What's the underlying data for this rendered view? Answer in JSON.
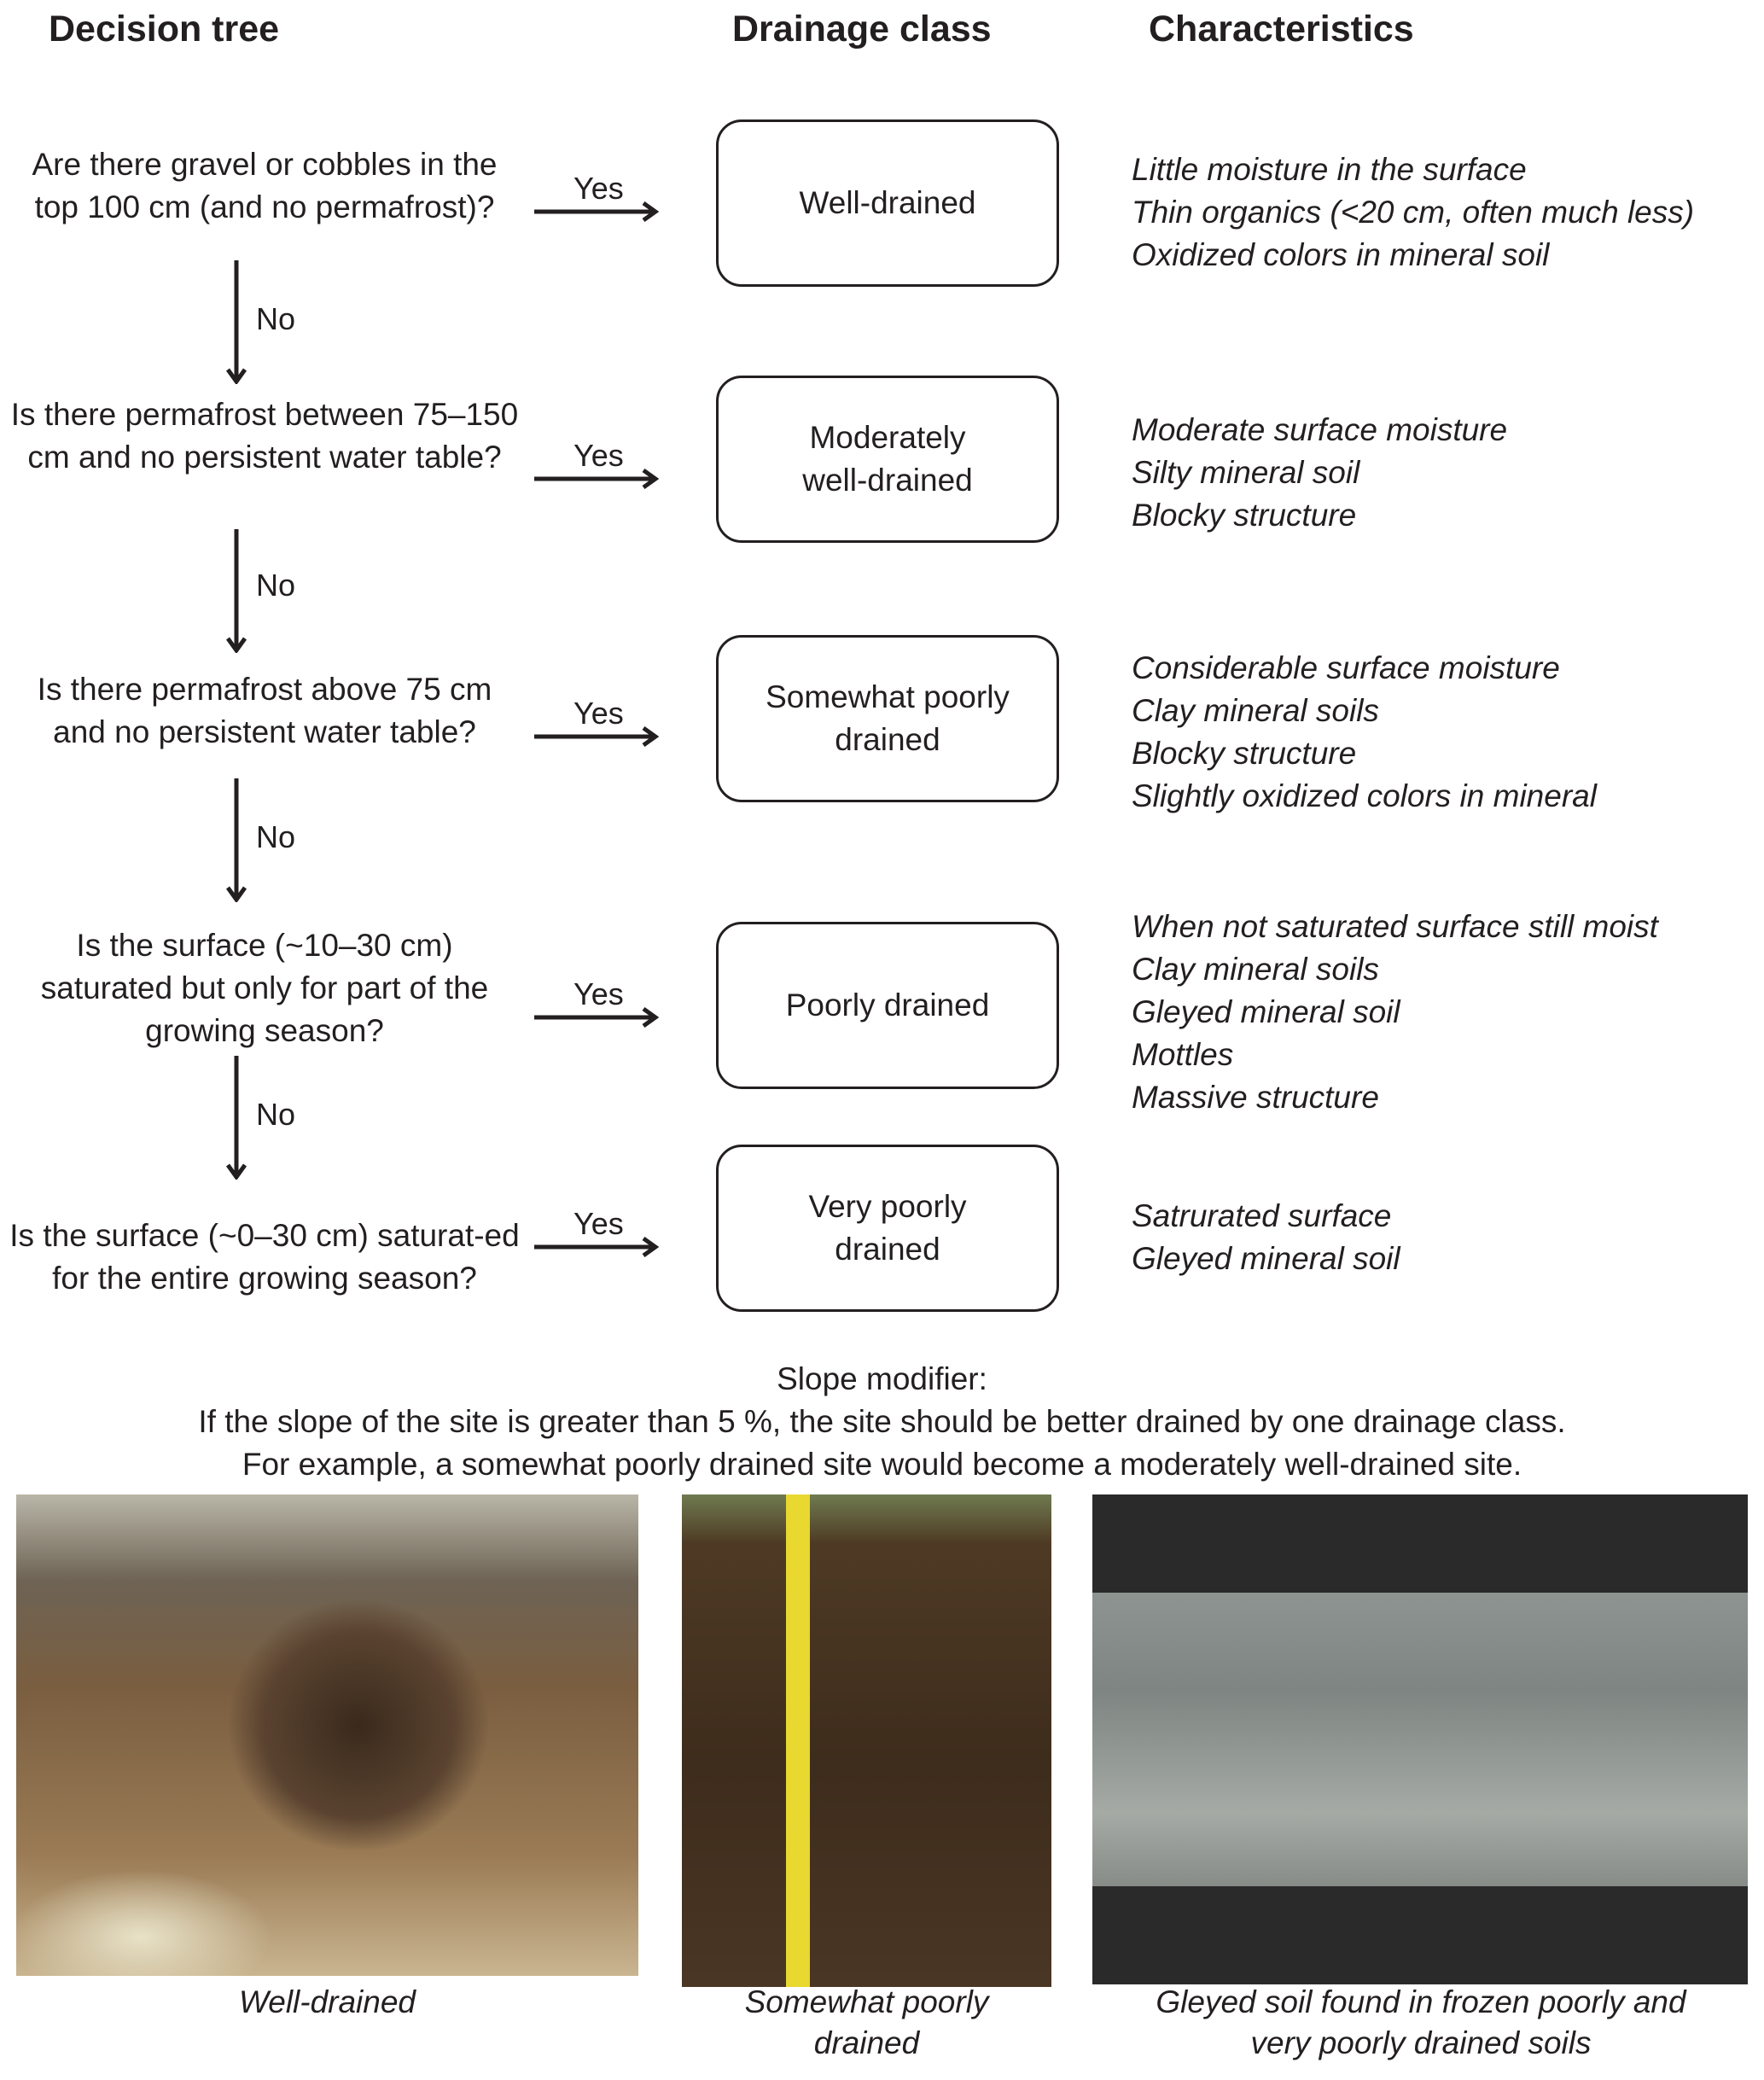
{
  "headers": {
    "tree": "Decision tree",
    "class": "Drainage class",
    "chars": "Characteristics"
  },
  "rows": [
    {
      "question": "Are there gravel or cobbles in the top 100 cm (and no permafrost)?",
      "yes": "Yes",
      "class": "Well-drained",
      "chars": [
        "Little moisture in the surface",
        "Thin organics (<20 cm, often much less)",
        "Oxidized colors in mineral soil"
      ],
      "no": "No"
    },
    {
      "question": "Is there permafrost between 75–150 cm and no persistent water table?",
      "yes": "Yes",
      "class": "Moderately well-drained",
      "chars": [
        "Moderate surface moisture",
        "Silty mineral soil",
        "Blocky structure"
      ],
      "no": "No"
    },
    {
      "question": "Is there permafrost above 75 cm and no persistent water table?",
      "yes": "Yes",
      "class": "Somewhat poorly drained",
      "chars": [
        "Considerable surface moisture",
        "Clay mineral soils",
        "Blocky structure",
        "Slightly oxidized colors in  mineral"
      ],
      "no": "No"
    },
    {
      "question": "Is the surface (~10–30 cm) saturated but only for part of the growing season?",
      "yes": "Yes",
      "class": "Poorly drained",
      "chars": [
        "When not saturated surface still moist",
        "Clay mineral soils",
        "Gleyed mineral soil",
        "Mottles",
        "Massive structure"
      ],
      "no": "No"
    },
    {
      "question": "Is the surface (~0–30 cm)  saturat-ed for the entire growing season?",
      "yes": "Yes",
      "class": "Very poorly drained",
      "chars": [
        "Satrurated surface",
        "Gleyed mineral soil"
      ]
    }
  ],
  "slope": [
    "Slope modifier:",
    "If the slope of the site is greater than 5 %, the site should be better drained by one drainage class.",
    "For example, a somewhat poorly drained site would become a moderately well-drained site."
  ],
  "captions": [
    "Well-drained",
    "Somewhat poorly drained",
    "Gleyed soil found in frozen poorly and very poorly drained soils"
  ]
}
